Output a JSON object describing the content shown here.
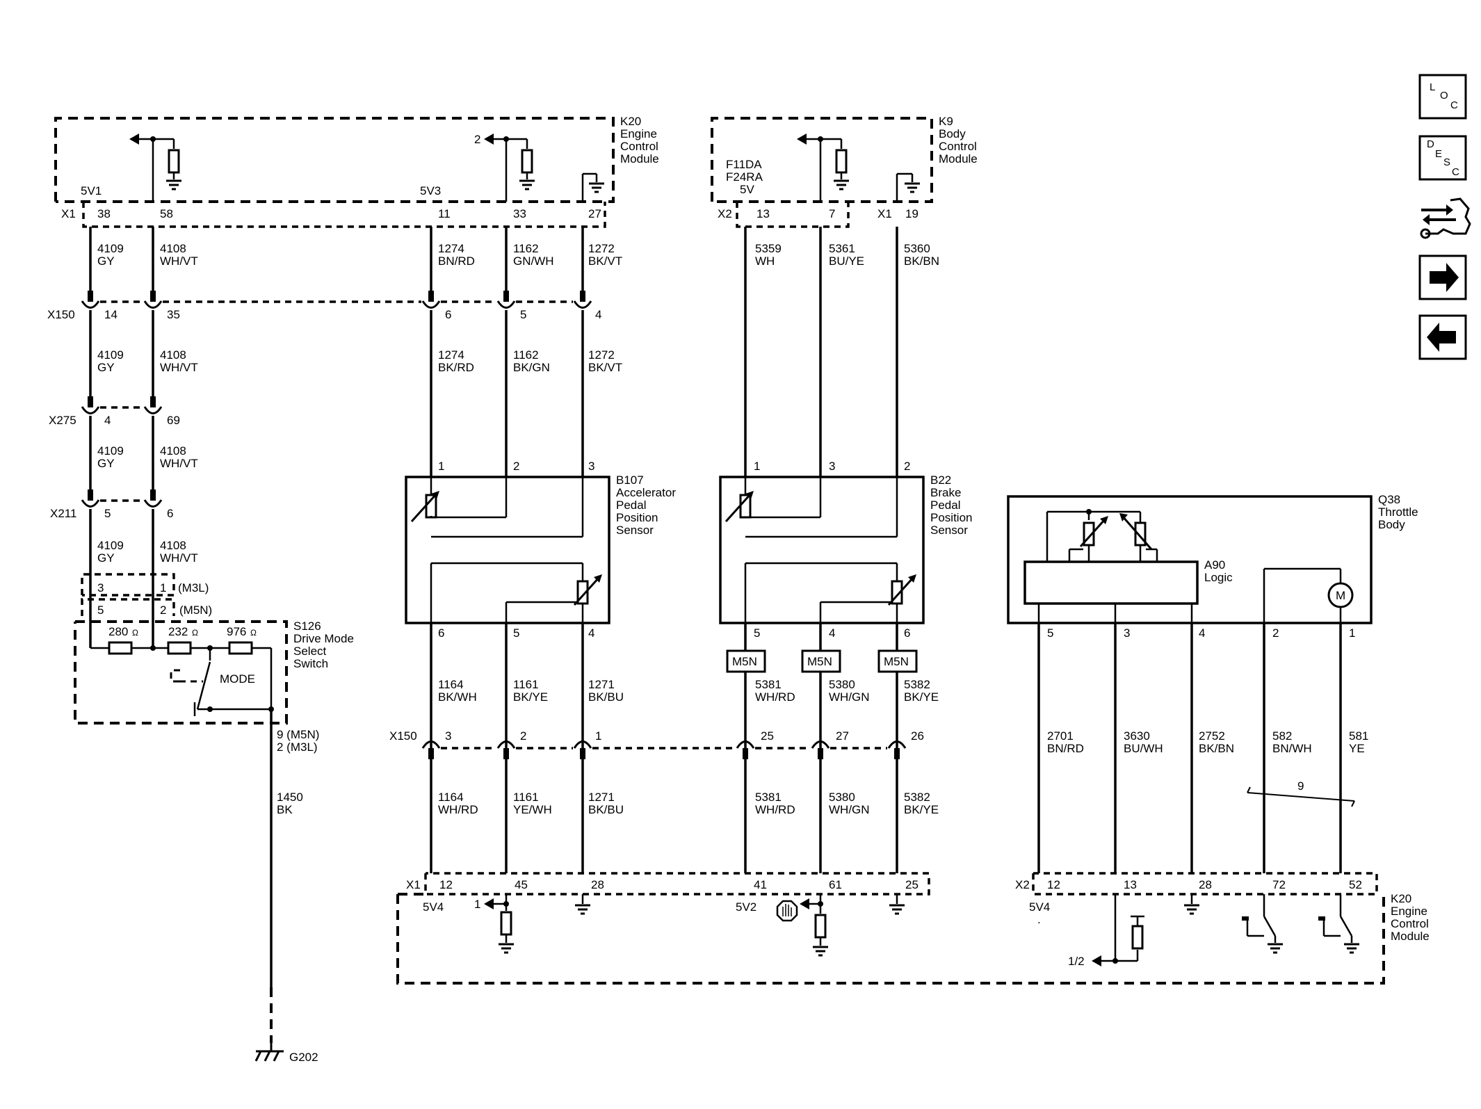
{
  "modules": {
    "k20_top": {
      "ref": "K20",
      "l1": "Engine",
      "l2": "Control",
      "l3": "Module"
    },
    "k9": {
      "ref": "K9",
      "l1": "Body",
      "l2": "Control",
      "l3": "Module"
    },
    "k20_bottom": {
      "ref": "K20",
      "l1": "Engine",
      "l2": "Control",
      "l3": "Module"
    },
    "b107": {
      "ref": "B107",
      "l1": "Accelerator",
      "l2": "Pedal",
      "l3": "Position",
      "l4": "Sensor"
    },
    "b22": {
      "ref": "B22",
      "l1": "Brake",
      "l2": "Pedal",
      "l3": "Position",
      "l4": "Sensor"
    },
    "q38": {
      "ref": "Q38",
      "l1": "Throttle",
      "l2": "Body"
    },
    "a90": {
      "ref": "A90",
      "l1": "Logic"
    },
    "s126": {
      "ref": "S126",
      "l1": "Drive Mode",
      "l2": "Select",
      "l3": "Switch"
    }
  },
  "labels": {
    "v5v1": "5V1",
    "v5v3": "5V3",
    "v5v4": "5V4",
    "v5v2": "5V2",
    "f11da": "F11DA",
    "f24ra": "F24RA",
    "v5v": "5V",
    "x1": "X1",
    "x2": "X2",
    "x150": "X150",
    "x275": "X275",
    "x211": "X211",
    "m3l": "(M3L)",
    "m5n": "(M5N)",
    "mode": "MODE",
    "r280": "280",
    "r232": "232",
    "r976": "976",
    "ohm": "Ω",
    "s126pins1": "9 (M5N)",
    "s126pins2": "2 (M3L)",
    "g202": "G202",
    "motor": "M",
    "m5n_box": "M5N",
    "arrow2": "2",
    "arrow1": "1",
    "arrow12": "1/2",
    "bundle9": "9",
    "dot": "."
  },
  "pins": {
    "k20_38": "38",
    "k20_58": "58",
    "k20_11": "11",
    "k20_33": "33",
    "k20_27": "27",
    "k9_13": "13",
    "k9_7": "7",
    "k9_19": "19",
    "x150_14": "14",
    "x150_35": "35",
    "x150_6": "6",
    "x150_5": "5",
    "x150_4": "4",
    "x275_4": "4",
    "x275_69": "69",
    "x211_5": "5",
    "x211_6": "6",
    "s126_3": "3",
    "s126_1": "1",
    "s126_5": "5",
    "s126_2": "2",
    "b107_1": "1",
    "b107_2": "2",
    "b107_3": "3",
    "b107_6": "6",
    "b107_5": "5",
    "b107_4": "4",
    "b22_1": "1",
    "b22_3": "3",
    "b22_2": "2",
    "b22_5": "5",
    "b22_4": "4",
    "b22_6": "6",
    "q38_5": "5",
    "q38_3": "3",
    "q38_4": "4",
    "q38_2": "2",
    "q38_1": "1",
    "xb_3": "3",
    "xb_2": "2",
    "xb_1": "1",
    "xb_25": "25",
    "xb_27": "27",
    "xb_26": "26",
    "k20b_12": "12",
    "k20b_45": "45",
    "k20b_28": "28",
    "k20b_41": "41",
    "k20b_61": "61",
    "k20b_25": "25",
    "k20c_12": "12",
    "k20c_13": "13",
    "k20c_28": "28",
    "k20c_72": "72",
    "k20c_52": "52"
  },
  "wires": [
    {
      "num": "4109",
      "color": "GY"
    },
    {
      "num": "4108",
      "color": "WH/VT"
    },
    {
      "num": "1274",
      "color": "BN/RD"
    },
    {
      "num": "1162",
      "color": "GN/WH"
    },
    {
      "num": "1272",
      "color": "BK/VT"
    },
    {
      "num": "5359",
      "color": "WH"
    },
    {
      "num": "5361",
      "color": "BU/YE"
    },
    {
      "num": "5360",
      "color": "BK/BN"
    },
    {
      "num": "4109",
      "color": "GY"
    },
    {
      "num": "4108",
      "color": "WH/VT"
    },
    {
      "num": "1274",
      "color": "BK/RD"
    },
    {
      "num": "1162",
      "color": "BK/GN"
    },
    {
      "num": "1272",
      "color": "BK/VT"
    },
    {
      "num": "4109",
      "color": "GY"
    },
    {
      "num": "4108",
      "color": "WH/VT"
    },
    {
      "num": "4109",
      "color": "GY"
    },
    {
      "num": "4108",
      "color": "WH/VT"
    },
    {
      "num": "1164",
      "color": "BK/WH"
    },
    {
      "num": "1161",
      "color": "BK/YE"
    },
    {
      "num": "1271",
      "color": "BK/BU"
    },
    {
      "num": "5381",
      "color": "WH/RD"
    },
    {
      "num": "5380",
      "color": "WH/GN"
    },
    {
      "num": "5382",
      "color": "BK/YE"
    },
    {
      "num": "1164",
      "color": "WH/RD"
    },
    {
      "num": "1161",
      "color": "YE/WH"
    },
    {
      "num": "1271",
      "color": "BK/BU"
    },
    {
      "num": "5381",
      "color": "WH/RD"
    },
    {
      "num": "5380",
      "color": "WH/GN"
    },
    {
      "num": "5382",
      "color": "BK/YE"
    },
    {
      "num": "2701",
      "color": "BN/RD"
    },
    {
      "num": "3630",
      "color": "BU/WH"
    },
    {
      "num": "2752",
      "color": "BK/BN"
    },
    {
      "num": "582",
      "color": "BN/WH"
    },
    {
      "num": "581",
      "color": "YE"
    },
    {
      "num": "1450",
      "color": "BK"
    }
  ],
  "nav": {
    "loc": {
      "l": "L",
      "o": "O",
      "c": "C"
    },
    "desc": {
      "d": "D",
      "e": "E",
      "s": "S",
      "c": "C"
    },
    "connector_icon": "connector-wrench-icon",
    "next_icon": "arrow-right-icon",
    "prev_icon": "arrow-left-icon"
  }
}
